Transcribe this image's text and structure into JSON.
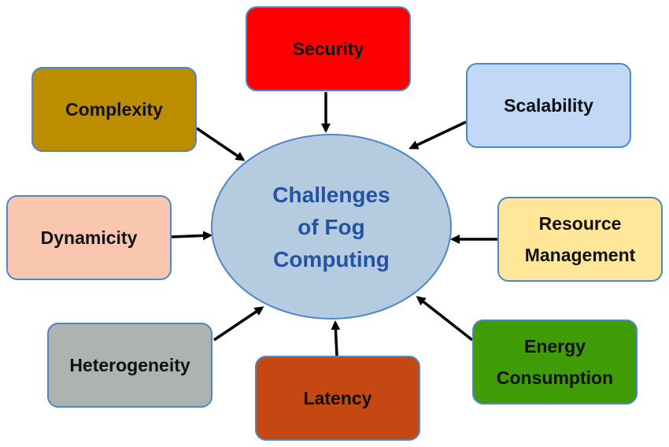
{
  "diagram": {
    "center": {
      "lines": [
        "Challenges",
        "of Fog",
        "Computing"
      ],
      "fill": "#b5cbe0",
      "text_color": "#2453a4"
    },
    "nodes": [
      {
        "id": "security",
        "lines": [
          "Security"
        ],
        "fill": "#ff0000"
      },
      {
        "id": "scalability",
        "lines": [
          "Scalability"
        ],
        "fill": "#c1d9f6"
      },
      {
        "id": "resource-management",
        "lines": [
          "Resource",
          "Management"
        ],
        "fill": "#ffe699"
      },
      {
        "id": "energy-consumption",
        "lines": [
          "Energy",
          "Consumption"
        ],
        "fill": "#3f9b06"
      },
      {
        "id": "latency",
        "lines": [
          "Latency"
        ],
        "fill": "#c54712"
      },
      {
        "id": "heterogeneity",
        "lines": [
          "Heterogeneity"
        ],
        "fill": "#aeb3b2"
      },
      {
        "id": "dynamicity",
        "lines": [
          "Dynamicity"
        ],
        "fill": "#f9c6b0"
      },
      {
        "id": "complexity",
        "lines": [
          "Complexity"
        ],
        "fill": "#bd8d00"
      }
    ],
    "border_color": "#4f86c6",
    "arrow_color": "#000000"
  }
}
